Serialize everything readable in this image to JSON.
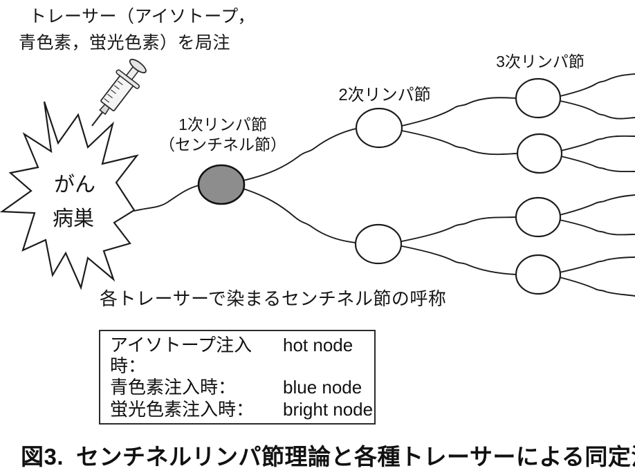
{
  "annotations": {
    "tracer_note_line1": "トレーサー（アイソトープ，",
    "tracer_note_line2": "青色素，蛍光色素）を局注",
    "legend_heading": "各トレーサーで染まるセンチネル節の呼称"
  },
  "tumor": {
    "label_line1": "がん",
    "label_line2": "病巣"
  },
  "nodes": {
    "primary_label_line1": "1次リンパ節",
    "primary_label_line2": "（センチネル節）",
    "secondary_label": "2次リンパ節",
    "tertiary_label": "3次リンパ節"
  },
  "legend": {
    "rows": [
      {
        "ja": "アイソトープ注入時：",
        "en": "hot node"
      },
      {
        "ja": "青色素注入時：",
        "en": "blue node"
      },
      {
        "ja": "蛍光色素注入時：",
        "en": "bright node"
      }
    ]
  },
  "caption": {
    "prefix": "図3.",
    "text": "センチネルリンパ節理論と各種トレーサーによる同定法"
  },
  "colors": {
    "sentinel_fill": "#8d8d8d",
    "stroke": "#1c1c1c"
  }
}
